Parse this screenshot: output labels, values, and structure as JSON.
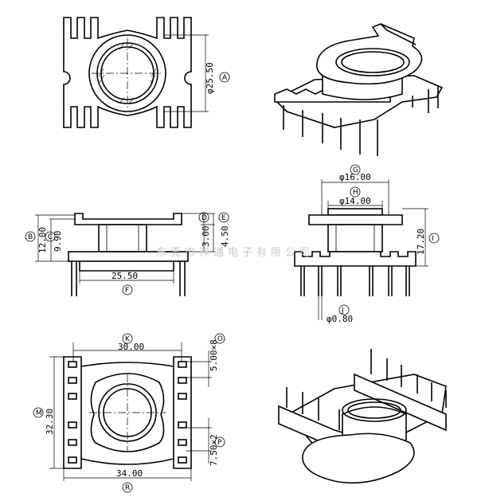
{
  "watermark": "东莞市祥通电子有限公司",
  "dimensions": {
    "top_right_dia": "φ25.50",
    "width_16": "φ16.00",
    "width_14": "φ14.00",
    "height_17": "17.20",
    "pin_dia": "φ0.80",
    "height_12": "12.00",
    "height_9": "9.90",
    "gap_3": "3.00",
    "gap_4": "4.50",
    "width_25": "25.50",
    "width_30": "30.00",
    "pitch_5": "5.00×8",
    "height_32": "32.30",
    "pitch_7": "7.50×2",
    "width_34": "34.00"
  },
  "callouts": {
    "A": "A",
    "B": "B",
    "C": "C",
    "D": "D",
    "E": "E",
    "F": "F",
    "G": "G",
    "H": "H",
    "I": "I",
    "J": "J",
    "K": "K",
    "M": "M",
    "O": "O",
    "P": "P",
    "R": "R"
  }
}
